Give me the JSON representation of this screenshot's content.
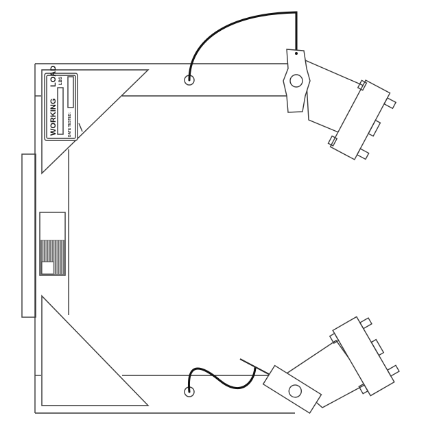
{
  "drawing": {
    "title": "Clamp frame assembly (technical line drawing)",
    "stroke_color": "#333333",
    "cord_color": "#111111",
    "background": "#ffffff"
  },
  "label_plate": {
    "heading_1": "WORKING",
    "heading_2": "LOAD",
    "unit": "LBS",
    "date_label": "DATE TESTED:"
  },
  "components": [
    {
      "name": "frame-left-bar"
    },
    {
      "name": "frame-top-arm"
    },
    {
      "name": "frame-bottom-arm"
    },
    {
      "name": "top-gusset"
    },
    {
      "name": "bottom-gusset"
    },
    {
      "name": "flag-decal"
    },
    {
      "name": "top-swivel-clamp"
    },
    {
      "name": "bottom-swivel-clamp"
    },
    {
      "name": "top-retaining-cord"
    },
    {
      "name": "bottom-retaining-cord"
    }
  ]
}
